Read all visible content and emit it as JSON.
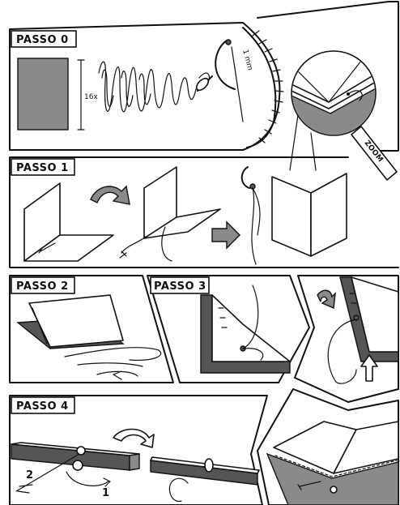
{
  "steps": {
    "step0": "PASSO 0",
    "step1": "PASSO 1",
    "step2": "PASSO 2",
    "step3": "PASSO 3",
    "step4": "PASSO 4"
  },
  "annotations": {
    "thread_length": "16x",
    "needle_size": "1 mm",
    "zoom": "ZOOM",
    "hand_one": "1",
    "hand_two": "2"
  },
  "colors": {
    "ink": "#111111",
    "grey_fill": "#8a8a8a",
    "dark_fill": "#555555",
    "background": "#ffffff"
  }
}
